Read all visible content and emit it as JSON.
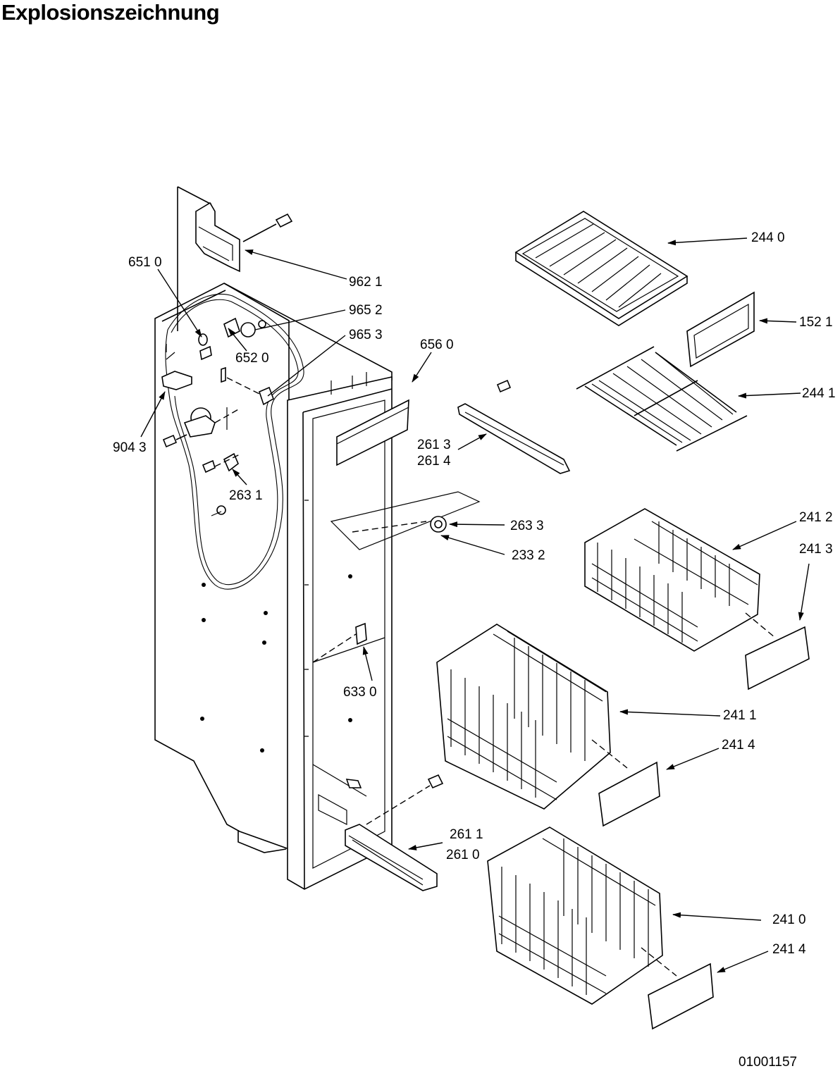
{
  "title": "Explosionszeichnung",
  "document_number": "01001157",
  "callouts": [
    {
      "id": "c1",
      "text": "651 0"
    },
    {
      "id": "c2",
      "text": "962 1"
    },
    {
      "id": "c3",
      "text": "965 2"
    },
    {
      "id": "c4",
      "text": "965 3"
    },
    {
      "id": "c5",
      "text": "652 0"
    },
    {
      "id": "c6",
      "text": "656 0"
    },
    {
      "id": "c7",
      "text": "904 3"
    },
    {
      "id": "c8",
      "text": "263 1"
    },
    {
      "id": "c9",
      "text": "261 3"
    },
    {
      "id": "c10",
      "text": "261 4"
    },
    {
      "id": "c11",
      "text": "263 3"
    },
    {
      "id": "c12",
      "text": "233 2"
    },
    {
      "id": "c13",
      "text": "633 0"
    },
    {
      "id": "c14",
      "text": "261 1"
    },
    {
      "id": "c15",
      "text": "261 0"
    },
    {
      "id": "c16",
      "text": "244 0"
    },
    {
      "id": "c17",
      "text": "152 1"
    },
    {
      "id": "c18",
      "text": "244 1"
    },
    {
      "id": "c19",
      "text": "241 2"
    },
    {
      "id": "c20",
      "text": "241 3"
    },
    {
      "id": "c21",
      "text": "241 1"
    },
    {
      "id": "c22",
      "text": "241 4"
    },
    {
      "id": "c23",
      "text": "241 0"
    },
    {
      "id": "c24",
      "text": "241 4"
    }
  ]
}
